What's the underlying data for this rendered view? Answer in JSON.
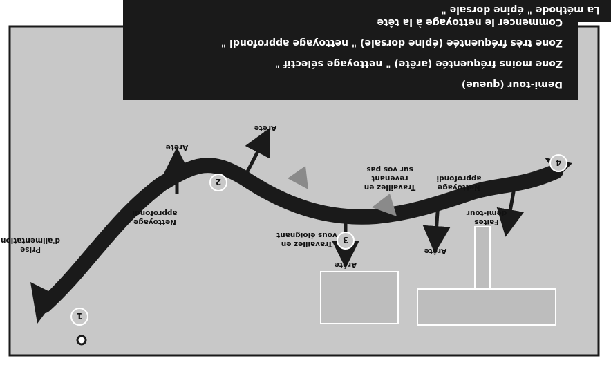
{
  "title": "La méthode \" épine dorsale \"",
  "legend": [
    {
      "n": "1",
      "text": "Commencer le nettoyage à la tête"
    },
    {
      "n": "2",
      "text": "Zone très fréquentée (épine dorsale) \" nettoyage approfondi \""
    },
    {
      "n": "3",
      "text": "Zone moins fréquentée (arête) \" nettoyage sélectif \""
    },
    {
      "n": "4",
      "text": "Demi-tour (queue)"
    }
  ],
  "markers": {
    "m1": "1",
    "m2": "2",
    "m3": "3",
    "m4": "4"
  },
  "labels": {
    "power_1": "Prise",
    "power_2": "d'alimentation",
    "nettoyage_a_1": "Nettoyage",
    "nettoyage_a_2": "approfondi",
    "nettoyage_b_1": "Nettoyage",
    "nettoyage_b_2": "approfondi",
    "away_1": "Travaillez en",
    "away_2": "vous éloignant",
    "back_1": "Travaillez en",
    "back_2": "revenant",
    "back_3": "sur vos pas",
    "turn_1": "Faites",
    "turn_2": "demi-tour",
    "arete": "Arête"
  },
  "colors": {
    "background": "#c8c8c8",
    "legend_bg": "#1a1a1a",
    "spine": "#1a1a1a",
    "furniture": "#bdbdbd",
    "outline": "#ffffff"
  }
}
